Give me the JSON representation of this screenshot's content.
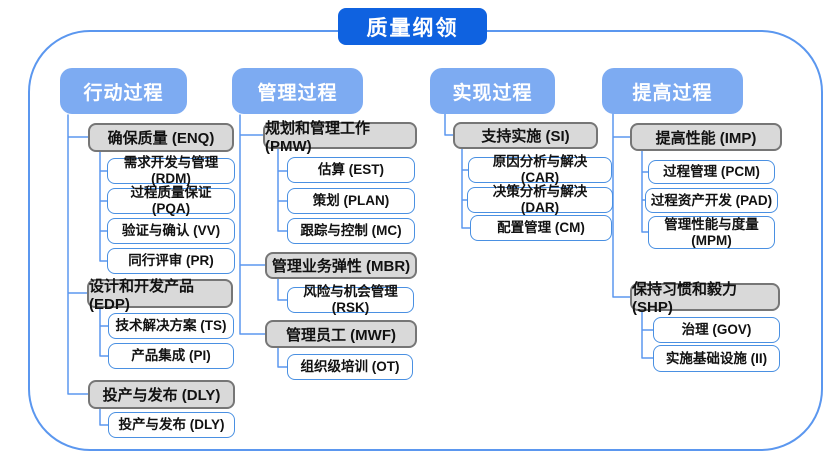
{
  "title": "质量纲领",
  "colors": {
    "title_bg": "#0f62e0",
    "column_header_bg": "#7dabf2",
    "group_bg": "#d9d9d9",
    "group_border": "#767676",
    "leaf_border": "#4a90e2",
    "connector": "#5b97ef"
  },
  "columns": [
    {
      "header": "行动过程",
      "groups": [
        {
          "label": "确保质量 (ENQ)",
          "children": [
            "需求开发与管理 (RDM)",
            "过程质量保证 (PQA)",
            "验证与确认 (VV)",
            "同行评审 (PR)"
          ]
        },
        {
          "label": "设计和开发产品 (EDP)",
          "children": [
            "技术解决方案 (TS)",
            "产品集成 (PI)"
          ]
        },
        {
          "label": "投产与发布 (DLY)",
          "children": [
            "投产与发布 (DLY)"
          ]
        }
      ]
    },
    {
      "header": "管理过程",
      "groups": [
        {
          "label": "规划和管理工作 (PMW)",
          "children": [
            "估算 (EST)",
            "策划 (PLAN)",
            "跟踪与控制 (MC)"
          ]
        },
        {
          "label": "管理业务弹性 (MBR)",
          "children": [
            "风险与机会管理 (RSK)"
          ]
        },
        {
          "label": "管理员工 (MWF)",
          "children": [
            "组织级培训 (OT)"
          ]
        }
      ]
    },
    {
      "header": "实现过程",
      "groups": [
        {
          "label": "支持实施 (SI)",
          "children": [
            "原因分析与解决 (CAR)",
            "决策分析与解决 (DAR)",
            "配置管理 (CM)"
          ]
        }
      ]
    },
    {
      "header": "提高过程",
      "groups": [
        {
          "label": "提高性能 (IMP)",
          "children": [
            "过程管理 (PCM)",
            "过程资产开发 (PAD)",
            "管理性能与度量 (MPM)"
          ]
        },
        {
          "label": "保持习惯和毅力 (SHP)",
          "children": [
            "治理 (GOV)",
            "实施基础设施 (II)"
          ]
        }
      ]
    }
  ]
}
